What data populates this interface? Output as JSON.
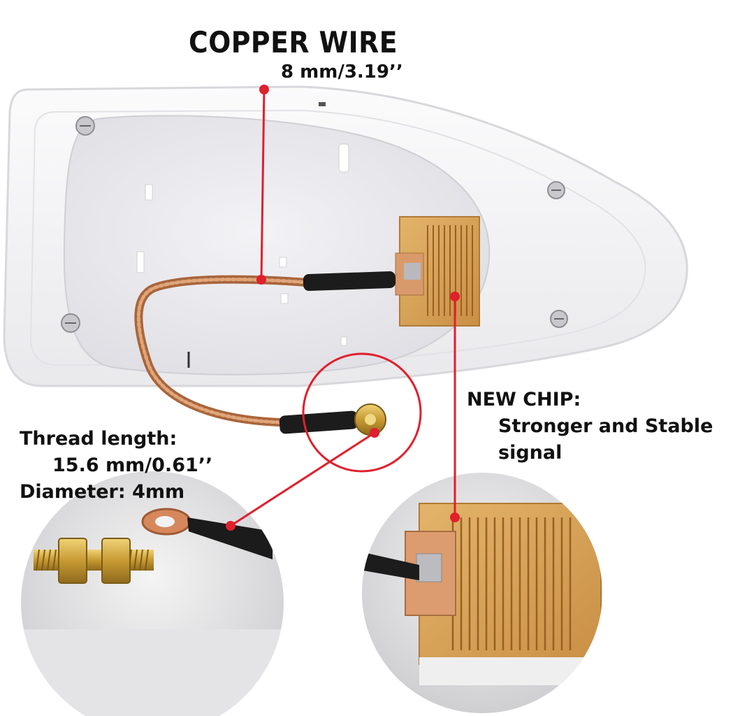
{
  "labels": {
    "copper_wire_title": "COPPER WIRE",
    "copper_wire_size": "8 mm/3.19’’",
    "new_chip_title": "NEW CHIP:",
    "new_chip_desc_line1": "Stronger and Stable",
    "new_chip_desc_line2": "signal",
    "thread_length_label": "Thread length:",
    "thread_length_value": "15.6 mm/0.61’’",
    "diameter": "Diameter: 4mm"
  },
  "colors": {
    "callout_red": "#e0202c",
    "housing_white": "#f4f4f6",
    "copper": "#c87a4a",
    "chip_gold": "#d6a35a",
    "text": "#111111"
  }
}
